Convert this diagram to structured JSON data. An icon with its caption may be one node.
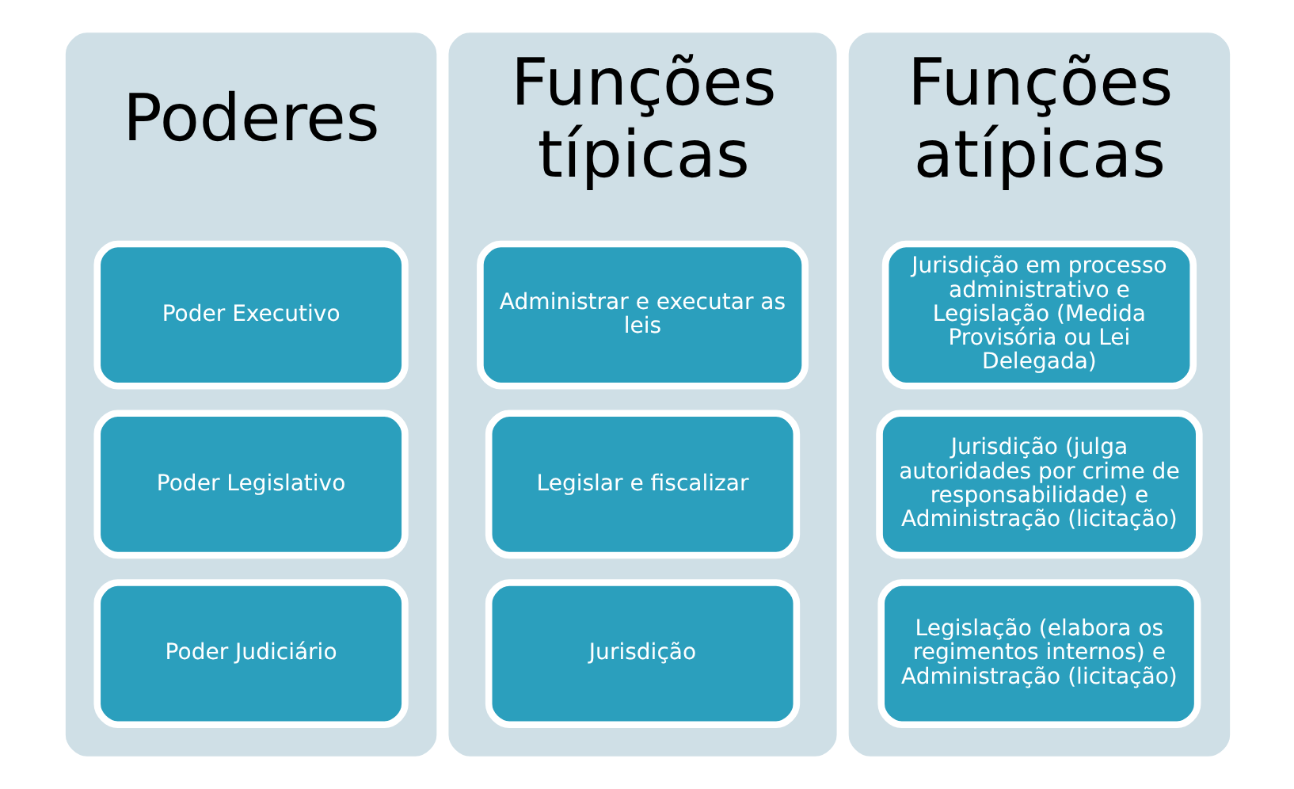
{
  "diagram": {
    "nodes": [
      {
        "text": [
          "Poderes"
        ]
      },
      {
        "text": [
          "Poder Executivo"
        ],
        "in": 0
      },
      {
        "text": [
          "Poder Legislativo"
        ],
        "in": 0
      },
      {
        "text": [
          "Poder Judiciário"
        ],
        "in": 0
      },
      {
        "text": [
          "Funções típicas"
        ]
      },
      {
        "text": [
          "Administrar e executar as leis"
        ],
        "in": 4
      },
      {
        "text": [
          "Legislar e fiscalizar"
        ],
        "in": 4
      },
      {
        "text": [
          "Jurisdição"
        ],
        "in": 4
      },
      {
        "text": [
          "Funções atípicas"
        ]
      },
      {
        "text": [
          "Jurisdição em processo administrativo e Legislação (Medida Provisória ou Lei Delegada)"
        ],
        "in": 8
      },
      {
        "text": [
          "Jurisdição (julga autoridades por crime de responsabilidade) e Administração (licitação)"
        ],
        "in": 8
      },
      {
        "text": [
          "Legislação (elabora os regimentos internos) e Administração (licitação)"
        ],
        "in": 8
      }
    ]
  }
}
